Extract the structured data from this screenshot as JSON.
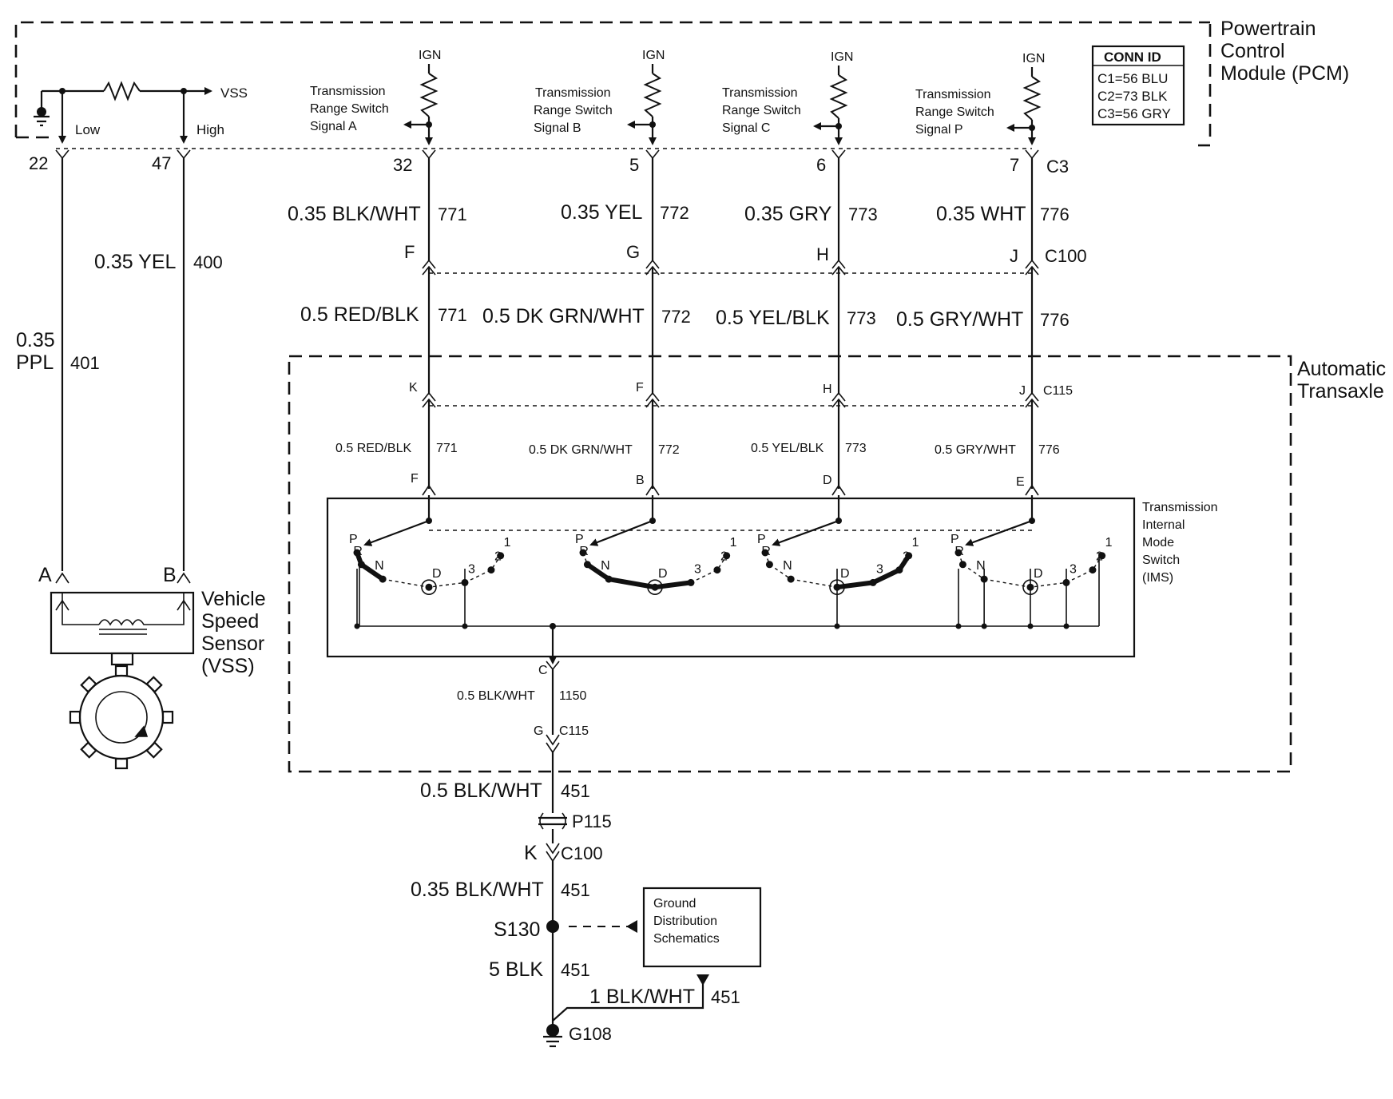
{
  "modules": {
    "pcm": {
      "title_lines": [
        "Powertrain",
        "Control",
        "Module (PCM)"
      ]
    },
    "transaxle": {
      "title_lines": [
        "Automatic",
        "Transaxle"
      ]
    },
    "ims": {
      "title_lines": [
        "Transmission",
        "Internal",
        "Mode",
        "Switch",
        "(IMS)"
      ]
    },
    "vss": {
      "title_lines": [
        "Vehicle",
        "Speed",
        "Sensor",
        "(VSS)"
      ]
    }
  },
  "conn_id": {
    "title": "CONN ID",
    "lines": [
      "C1=56 BLU",
      "C2=73 BLK",
      "C3=56 GRY"
    ]
  },
  "vss_circuit": {
    "vss_label": "VSS",
    "low_label": "Low",
    "high_label": "High",
    "pins": [
      "22",
      "47"
    ],
    "pin_labels": [
      "A",
      "B"
    ],
    "wire_low_gauge": [
      "0.35",
      "PPL"
    ],
    "wire_low_circuit": "401",
    "wire_high_gauge": "0.35 YEL",
    "wire_high_circuit": "400"
  },
  "signals": [
    {
      "ign": "IGN",
      "name_lines": [
        "Transmission",
        "Range Switch",
        "Signal A"
      ],
      "pcm_pin": "32",
      "wire1_gauge": "0.35 BLK/WHT",
      "wire1_circuit": "771",
      "c100_pin": "F",
      "wire2_gauge": "0.5 RED/BLK",
      "wire2_circuit": "771",
      "c115_pin": "K",
      "wire3_gauge": "0.5 RED/BLK",
      "wire3_circuit": "771",
      "ims_pin": "F"
    },
    {
      "ign": "IGN",
      "name_lines": [
        "Transmission",
        "Range Switch",
        "Signal B"
      ],
      "pcm_pin": "5",
      "wire1_gauge": "0.35 YEL",
      "wire1_circuit": "772",
      "c100_pin": "G",
      "wire2_gauge": "0.5 DK GRN/WHT",
      "wire2_circuit": "772",
      "c115_pin": "F",
      "wire3_gauge": "0.5 DK GRN/WHT",
      "wire3_circuit": "772",
      "ims_pin": "B"
    },
    {
      "ign": "IGN",
      "name_lines": [
        "Transmission",
        "Range Switch",
        "Signal C"
      ],
      "pcm_pin": "6",
      "wire1_gauge": "0.35 GRY",
      "wire1_circuit": "773",
      "c100_pin": "H",
      "wire2_gauge": "0.5 YEL/BLK",
      "wire2_circuit": "773",
      "c115_pin": "H",
      "wire3_gauge": "0.5 YEL/BLK",
      "wire3_circuit": "773",
      "ims_pin": "D"
    },
    {
      "ign": "IGN",
      "name_lines": [
        "Transmission",
        "Range Switch",
        "Signal P"
      ],
      "pcm_pin": "7",
      "wire1_gauge": "0.35 WHT",
      "wire1_circuit": "776",
      "c100_pin": "J",
      "wire2_gauge": "0.5 GRY/WHT",
      "wire2_circuit": "776",
      "c115_pin": "J",
      "wire3_gauge": "0.5 GRY/WHT",
      "wire3_circuit": "776",
      "ims_pin": "E"
    }
  ],
  "connectors": {
    "c3": "C3",
    "c100": "C100",
    "c115": "C115"
  },
  "gear_labels": [
    "P",
    "R",
    "N",
    "D",
    "3",
    "2",
    "1"
  ],
  "ground": {
    "ims_pin": "C",
    "wire_a_gauge": "0.5 BLK/WHT",
    "wire_a_circuit": "1150",
    "c115_pin": "G",
    "c115_label": "C115",
    "wire_b_gauge": "0.5 BLK/WHT",
    "wire_b_circuit": "451",
    "p115": "P115",
    "c100_pin": "K",
    "c100_label": "C100",
    "wire_c_gauge": "0.35 BLK/WHT",
    "wire_c_circuit": "451",
    "splice": "S130",
    "ref_box_lines": [
      "Ground",
      "Distribution",
      "Schematics"
    ],
    "wire_d_gauge": "5 BLK",
    "wire_d_circuit": "451",
    "wire_e_gauge": "1 BLK/WHT",
    "wire_e_circuit": "451",
    "ground_label": "G108"
  }
}
